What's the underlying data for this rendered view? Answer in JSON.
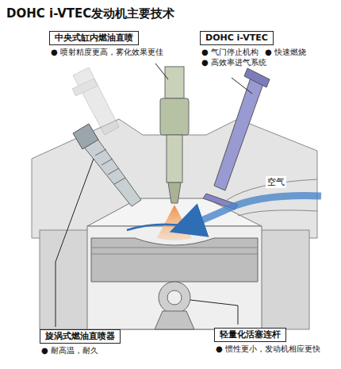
{
  "diagram": {
    "title": "DOHC i-VTEC发动机主要技术",
    "nodes": [
      {
        "text": [
          "中央式缸内燃油直喷",
          "● 喷射精度更高，雾化效果更佳"
        ]
      },
      {
        "text": [
          "DOHC i-VTEC",
          "● 气门停止机构",
          "● 快速燃烧",
          "● 高效率进气系统"
        ]
      },
      {
        "text": [
          "旋涡式燃油直喷器",
          "● 耐高温，耐久"
        ]
      },
      {
        "text": [
          "轻量化活塞连杆",
          "● 惯性更小，发动机相应更快"
        ]
      }
    ],
    "labels": [
      "空气"
    ]
  }
}
